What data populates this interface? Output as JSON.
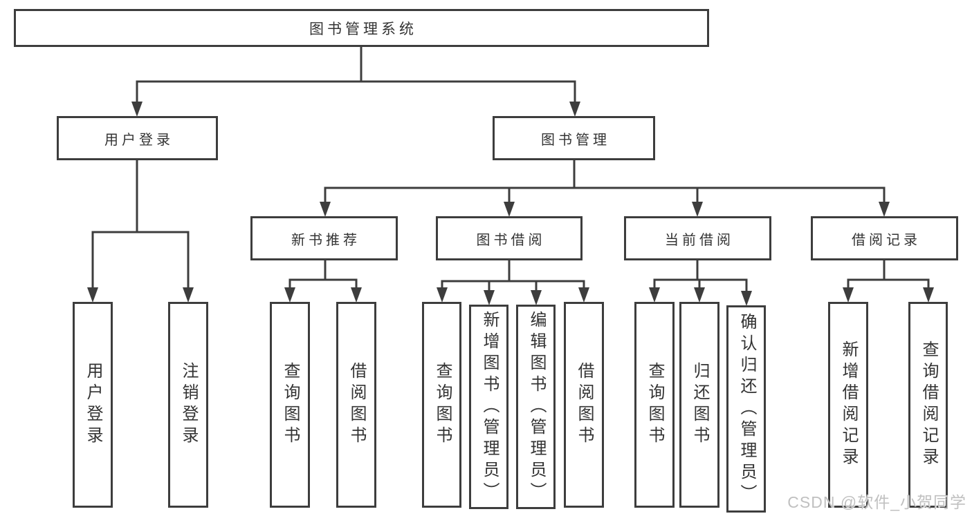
{
  "tree": {
    "label": "图书管理系统",
    "children": [
      {
        "label": "用户登录",
        "children": [
          {
            "label": "用户登录"
          },
          {
            "label": "注销登录"
          }
        ]
      },
      {
        "label": "图书管理",
        "children": [
          {
            "label": "新书推荐",
            "children": [
              {
                "label": "查询图书"
              },
              {
                "label": "借阅图书"
              }
            ]
          },
          {
            "label": "图书借阅",
            "children": [
              {
                "label": "查询图书"
              },
              {
                "label": "新增图书（管理员）"
              },
              {
                "label": "编辑图书（管理员）"
              },
              {
                "label": "借阅图书"
              }
            ]
          },
          {
            "label": "当前借阅",
            "children": [
              {
                "label": "查询图书"
              },
              {
                "label": "归还图书"
              },
              {
                "label": "确认归还（管理员）"
              }
            ]
          },
          {
            "label": "借阅记录",
            "children": [
              {
                "label": "新增借阅记录"
              },
              {
                "label": "查询借阅记录"
              }
            ]
          }
        ]
      }
    ]
  },
  "watermark": "CSDN @软件_小贺同学",
  "colors": {
    "line": "#3d3d3d",
    "text": "#333333",
    "background": "#ffffff",
    "watermark": "#c0c0c0"
  }
}
